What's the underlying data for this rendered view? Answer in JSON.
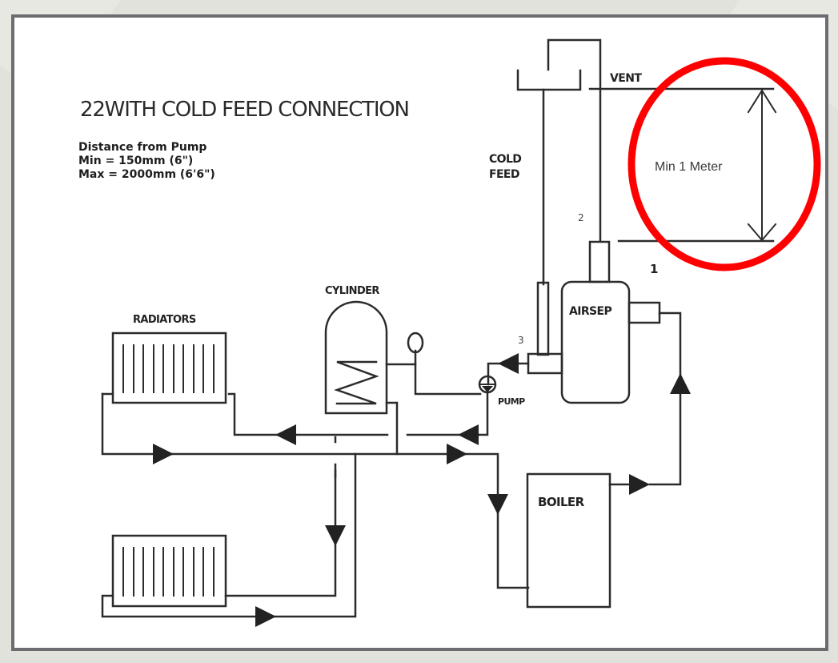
{
  "diagram": {
    "title": "22WITH COLD FEED CONNECTION",
    "notes": {
      "heading": "Distance from Pump",
      "min": "Min = 150mm (6\")",
      "max": "Max = 2000mm (6'6\")"
    },
    "labels": {
      "vent": "VENT",
      "cold_feed_line1": "COLD",
      "cold_feed_line2": "FEED",
      "cylinder": "CYLINDER",
      "radiators": "RADIATORS",
      "airsep": "AIRSEP",
      "pump": "PUMP",
      "boiler": "BOILER",
      "marker_1": "1",
      "marker_2": "2",
      "marker_3": "3"
    },
    "annotation": {
      "text": "Min 1 Meter",
      "highlight_color": "#ff0000"
    },
    "colors": {
      "line": "#2b2b2b",
      "frame_border": "#6b6d71",
      "background": "#e2e2dc"
    }
  }
}
